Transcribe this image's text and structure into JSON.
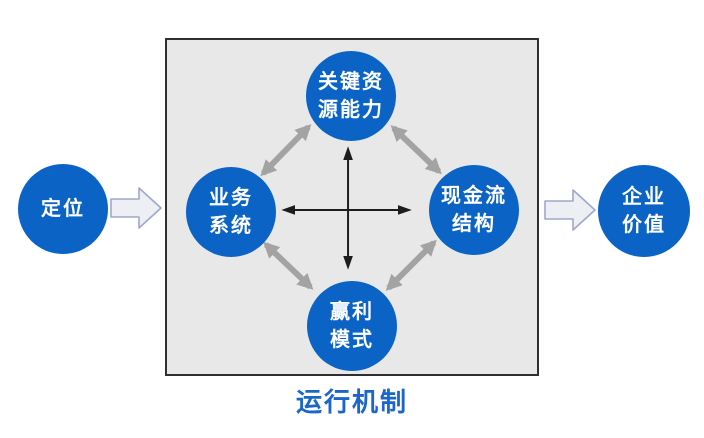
{
  "colors": {
    "node_blue": "#0b63c5",
    "box_bg": "#e8e8e8",
    "box_border": "#2f2f2f",
    "gray_arrow": "#a3a3a3",
    "black_arrow": "#1c1c1c",
    "block_arrow_fill": "#edeff5",
    "block_arrow_stroke": "#9fa8c8",
    "title_blue": "#1b66c9",
    "page_bg": "#ffffff"
  },
  "nodes": {
    "positioning": {
      "lines": [
        "定位"
      ]
    },
    "key_resources": {
      "lines": [
        "关键资",
        "源能力"
      ]
    },
    "business_system": {
      "lines": [
        "业务",
        "系统"
      ]
    },
    "cash_flow": {
      "lines": [
        "现金流",
        "结构"
      ]
    },
    "profit_model": {
      "lines": [
        "赢利",
        "模式"
      ]
    },
    "enterprise_value": {
      "lines": [
        "企业",
        "价值"
      ]
    }
  },
  "box": {
    "title": "运行机制"
  },
  "icons": {
    "left_flow": "right-block-arrow-icon",
    "right_flow": "right-block-arrow-icon",
    "center_cross": "four-way-double-arrow-icon",
    "diamond_links": "double-headed-gray-arrow-icon"
  }
}
